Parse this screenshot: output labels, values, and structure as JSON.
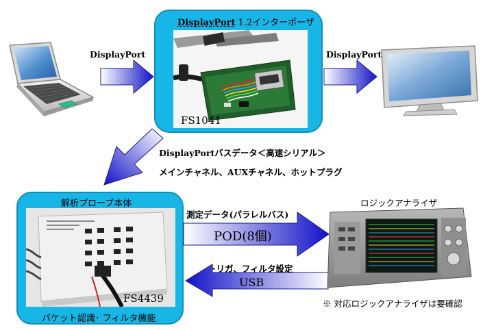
{
  "top_left_label": "DisplayPort",
  "top_right_label": "DisplayPort",
  "interposer": {
    "title_brand": "DisplayPort",
    "title_rest": " 1.2インターポーザ",
    "model": "FS1041"
  },
  "bus_label_1": "DisplayPortバスデータ＜高速シリアル＞",
  "bus_label_2": "メインチャネル、AUXチャネル、ホットプラグ",
  "probe": {
    "title": "解析プローブ本体",
    "model": "FS4439",
    "caption": "パケット認識･ フィルタ機能"
  },
  "analyzer_title": "ロジックアナライザ",
  "arrow_right_top": "測定データ(パラレルバス)",
  "arrow_right_main": "POD(8個)",
  "arrow_left_top": "トリガ、フィルタ設定",
  "arrow_left_main": "USB",
  "note": "※ 対応ロジックアナライザは要確認",
  "colors": {
    "panel": "#18b6e6",
    "arrow_dark": "#1212c8",
    "arrow_light": "#ffffff"
  }
}
